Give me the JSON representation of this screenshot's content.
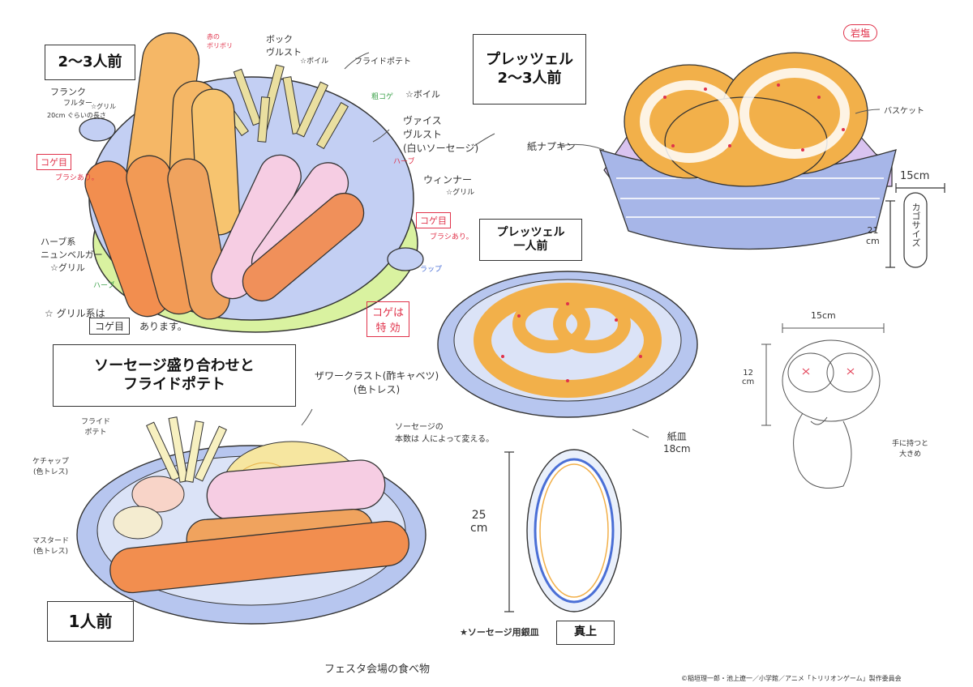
{
  "titles": {
    "group_2_3": "2〜3人前",
    "pretzel_group": "プレッツェル\n2〜3人前",
    "pretzel_single": "プレッツェル\n一人前",
    "sausage_platter": "ソーセージ盛り合わせと\nフライドポテト",
    "single_serving": "1人前",
    "top_view": "真上",
    "silver_plate": "★ソーセージ用銀皿"
  },
  "annotations": {
    "frank": "フランク",
    "frank_sub": "フルター",
    "frank_size": "20cm ぐらいの長さ",
    "grill": "☆グリル",
    "kogeme_1": "コゲ目",
    "brush_1": "ブラシあり。",
    "herb_nyurn": "ハーブ系\nニュンベルガー",
    "grill_star": "☆グリル",
    "herb_1": "ハーブ",
    "grill_note": "☆ グリル系は",
    "kogeme_box": "コゲ目",
    "kogeme_tail": "あります。",
    "kogeme_highlight": "コゲは\n特 効",
    "bock": "ボック\nヴルスト",
    "boil_1": "☆ボイル",
    "red_grill": "赤の\nボリボリ",
    "fries": "フライドポテト",
    "boil_2": "☆ボイル",
    "coarse": "粗コゲ",
    "weiss": "ヴァイス\nヴルスト\n(白いソーセージ)",
    "herb_2": "ハーブ",
    "wiener": "ウィンナー",
    "grill_2": "☆グリル",
    "kogeme_2": "コゲ目",
    "brush_2": "ブラシあり。",
    "wrap": "ラップ",
    "basket_label": "バスケット",
    "napkin": "紙ナプキン",
    "rock_salt": "岩塩",
    "basket_w": "15cm",
    "basket_h": "21\ncm",
    "basket_size": "カゴサイズ",
    "paper_plate": "紙皿\n18cm",
    "pretzel_w": "15cm",
    "pretzel_h": "12\ncm",
    "hold_note": "手に持つと\n大きめ",
    "sauerkraut": "ザワークラスト(酢キャベツ)\n(色トレス)",
    "sausage_vary": "ソーセージの\n本数は 人によって変える。",
    "fries_small": "フライド\nポテト",
    "ketchup": "ケチャップ\n(色トレス)",
    "mustard": "マスタード\n(色トレス)",
    "plate_len": "25\ncm"
  },
  "footer": {
    "caption": "フェスタ会場の食べ物",
    "copyright": "©稲垣理一郎・池上遼一／小学館／アニメ「トリリオンゲーム」製作委員会"
  },
  "colors": {
    "sausage_orange": "#f2a35a",
    "sausage_yellow": "#f7c94a",
    "weiss_pink": "#f3c3dc",
    "plate_blue": "#b7c6ef",
    "pan_green": "#d9f2a0",
    "basket_blue": "#a7b6e8",
    "napkin_purple": "#d9c3f0",
    "red_note": "#e0324a",
    "green_note": "#3fa34d"
  }
}
